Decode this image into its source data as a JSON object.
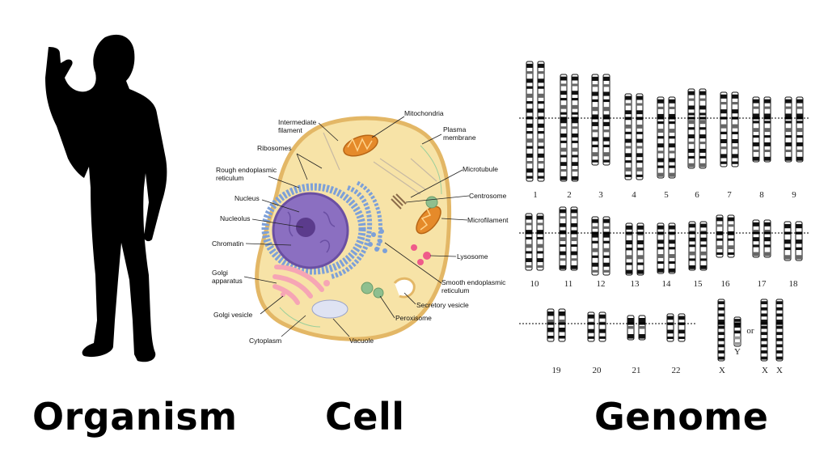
{
  "titles": {
    "organism": "Organism",
    "cell": "Cell",
    "genome": "Genome"
  },
  "cell_labels": {
    "intermediate_filament": [
      "Intermediate",
      "filament"
    ],
    "ribosomes": [
      "Ribosomes"
    ],
    "rough_er": [
      "Rough endoplasmic",
      "reticulum"
    ],
    "nucleus": [
      "Nucleus"
    ],
    "nucleolus": [
      "Nucleolus"
    ],
    "chromatin": [
      "Chromatin"
    ],
    "golgi_apparatus": [
      "Golgi",
      "apparatus"
    ],
    "golgi_vesicle": [
      "Golgi vesicle"
    ],
    "cytoplasm": [
      "Cytoplasm"
    ],
    "vacuole": [
      "Vacuole"
    ],
    "mitochondria": [
      "Mitochondria"
    ],
    "plasma_membrane": [
      "Plasma",
      "membrane"
    ],
    "microtubule": [
      "Microtubule"
    ],
    "centrosome": [
      "Centrosome"
    ],
    "microfilament": [
      "Microfilament"
    ],
    "lysosome": [
      "Lysosome"
    ],
    "smooth_er": [
      "Smooth endoplasmic",
      "reticulum"
    ],
    "secretory_vesicle": [
      "Secretory vesicle"
    ],
    "peroxisome": [
      "Peroxisome"
    ]
  },
  "karyotype": {
    "rows": [
      [
        "1",
        "2",
        "3",
        "4",
        "5",
        "6",
        "7",
        "8",
        "9"
      ],
      [
        "10",
        "11",
        "12",
        "13",
        "14",
        "15",
        "16",
        "17",
        "18"
      ],
      [
        "19",
        "20",
        "21",
        "22"
      ]
    ],
    "sex_labels": [
      "X",
      "Y",
      "or",
      "X",
      "X"
    ]
  },
  "colors": {
    "silhouette": "#000000",
    "cytoplasm": "#f7e3a7",
    "membrane": "#e3b766",
    "nucleus": "#8b6fc1",
    "nucleolus": "#5b3b8c",
    "rough_er": "#7da0d8",
    "golgi": "#f6a5b5",
    "mitochondria": "#e58a2a",
    "lysosome": "#ef5b8a",
    "peroxisome": "#8fbf8f"
  }
}
